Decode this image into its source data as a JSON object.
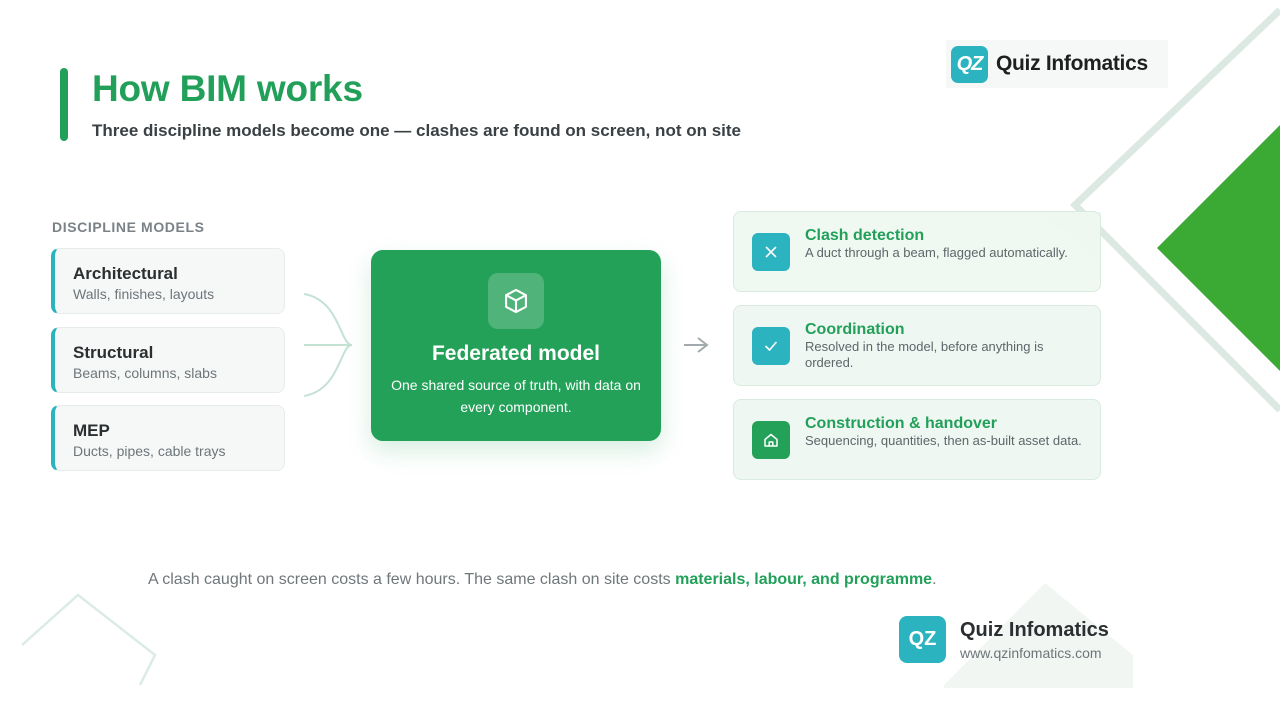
{
  "header": {
    "title": "How BIM works",
    "subtitle": "Three discipline models become one — clashes are found on screen, not on site"
  },
  "brand": {
    "logo_mark": "QZ",
    "name": "Quiz Infomatics",
    "url": "www.qzinfomatics.com"
  },
  "discipline_section": {
    "label": "DISCIPLINE MODELS",
    "items": [
      {
        "name": "Architectural",
        "desc": "Walls, finishes, layouts"
      },
      {
        "name": "Structural",
        "desc": "Beams, columns, slabs"
      },
      {
        "name": "MEP",
        "desc": "Ducts, pipes, cable trays"
      }
    ]
  },
  "federated": {
    "icon": "cube-icon",
    "name": "Federated model",
    "desc": "One shared source of truth, with data on every component."
  },
  "outcomes": [
    {
      "icon": "close-icon",
      "color": "#2bb3bf",
      "name": "Clash detection",
      "desc": "A duct through a beam, flagged automatically."
    },
    {
      "icon": "check-icon",
      "color": "#2bb3bf",
      "name": "Coordination",
      "desc": "Resolved in the model, before anything is ordered."
    },
    {
      "icon": "home-icon",
      "color": "#23a159",
      "name": "Construction & handover",
      "desc": "Sequencing, quantities, then as-built asset data."
    }
  ],
  "footer_note": {
    "text": "A clash caught on screen costs a few hours. The same clash on site costs ",
    "highlight": "materials, labour, and programme",
    "end": "."
  },
  "colors": {
    "primary_green": "#22a05a",
    "teal": "#2bb3bf",
    "accent_bright_green": "#3aaa35"
  }
}
